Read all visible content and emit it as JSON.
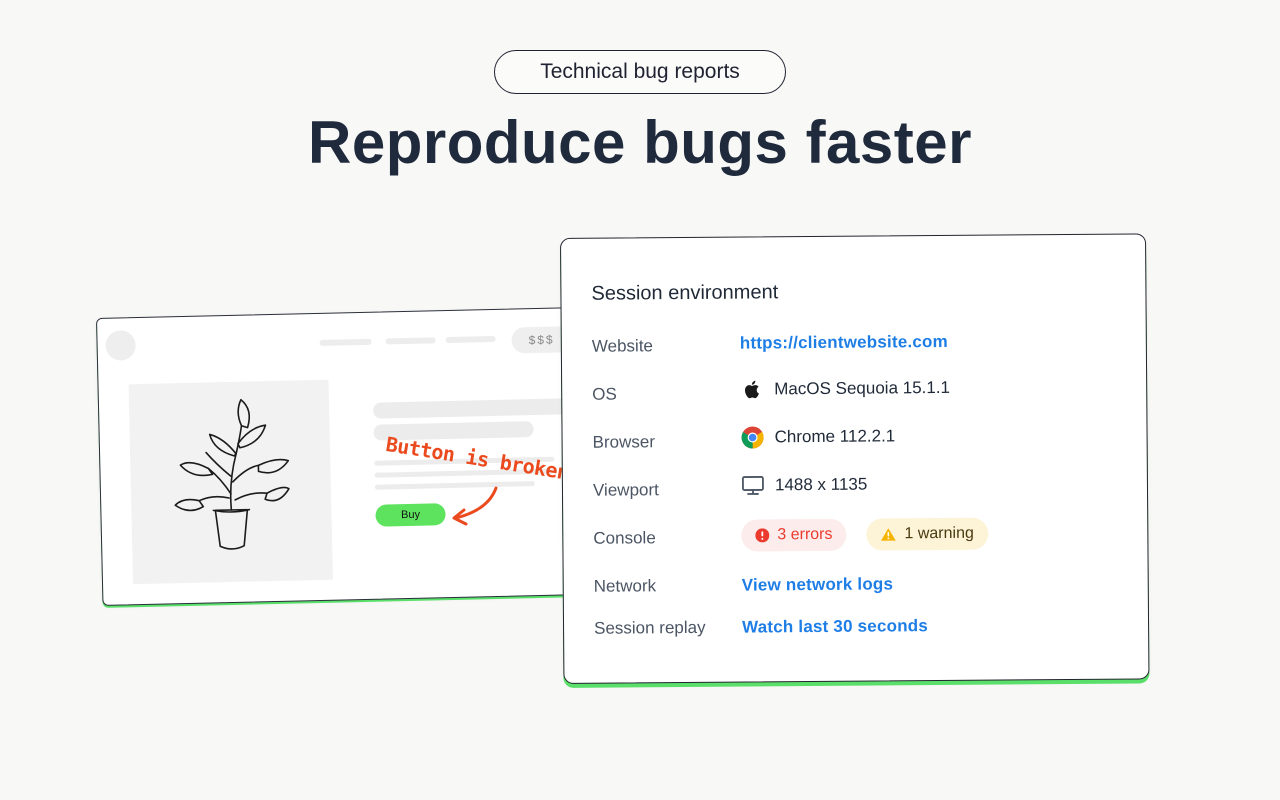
{
  "hero": {
    "badge": "Technical bug reports",
    "title": "Reproduce bugs faster"
  },
  "mock_page": {
    "price_label": "$$$",
    "buy_label": "Buy",
    "annotation": "Button is broken",
    "accent_color": "#5ee35e",
    "annotation_color": "#ea4a1e"
  },
  "session": {
    "title": "Session environment",
    "rows": {
      "website": {
        "label": "Website",
        "value": "https://clientwebsite.com"
      },
      "os": {
        "label": "OS",
        "value": "MacOS Sequoia 15.1.1",
        "icon": "apple-icon"
      },
      "browser": {
        "label": "Browser",
        "value": "Chrome 112.2.1",
        "icon": "chrome-icon"
      },
      "viewport": {
        "label": "Viewport",
        "value": "1488 x 1135",
        "icon": "monitor-icon"
      },
      "console": {
        "label": "Console",
        "errors": "3 errors",
        "warnings": "1 warning"
      },
      "network": {
        "label": "Network",
        "value": "View network logs"
      },
      "replay": {
        "label": "Session replay",
        "value": "Watch last 30 seconds"
      }
    },
    "link_color": "#1e7ee6",
    "error_color": "#ea3b2e",
    "warning_color": "#f5b400"
  }
}
